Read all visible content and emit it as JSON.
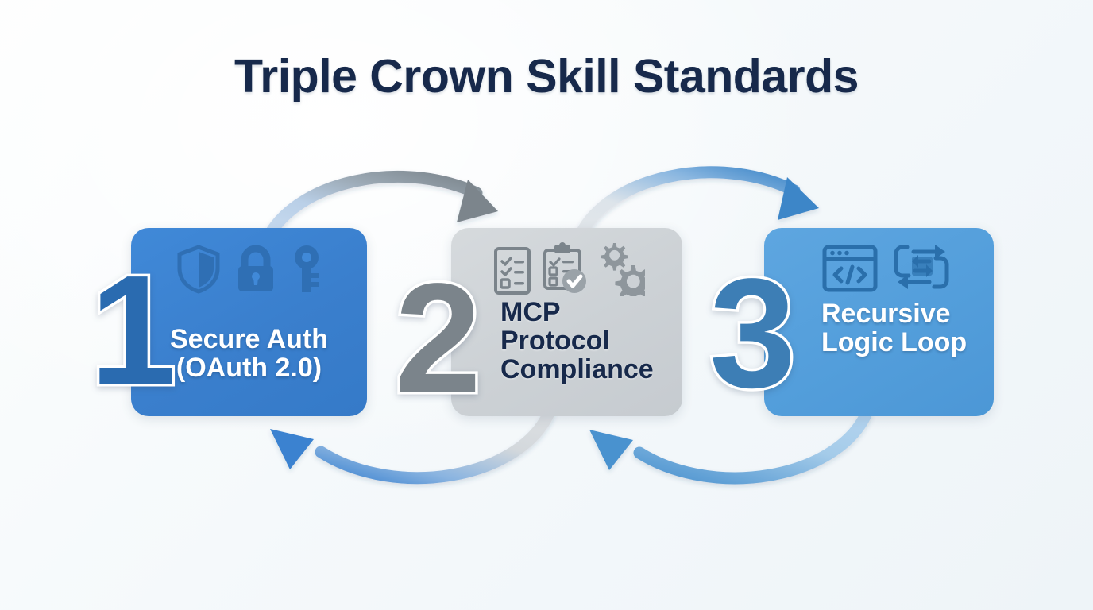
{
  "page": {
    "title": "Triple Crown Skill Standards",
    "background_color": "#f5f9fb",
    "title_color": "#17294b"
  },
  "chart_data": {
    "type": "diagram",
    "subtype": "three-step-cycle-infographic",
    "title": "Triple Crown Skill Standards",
    "layout": "three horizontal cards connected by curved arcs above and below",
    "steps": [
      {
        "number": "1",
        "label": "Secure Auth\n(OAuth 2.0)",
        "label_line_1": "Secure Auth",
        "label_line_2": "(OAuth 2.0)",
        "card_color": "#3a7fcd",
        "text_color": "#ffffff",
        "numeral_color": "#2a6bb0",
        "icons": [
          "shield-icon",
          "padlock-icon",
          "key-icon"
        ]
      },
      {
        "number": "2",
        "label": "MCP\nProtocol\nCompliance",
        "label_line_1": "MCP",
        "label_line_2": "Protocol",
        "label_line_3": "Compliance",
        "card_color": "#ccd1d5",
        "text_color": "#17294b",
        "numeral_color": "#7b848b",
        "icons": [
          "checklist-document-icon",
          "clipboard-check-icon",
          "gears-icon"
        ]
      },
      {
        "number": "3",
        "label": "Recursive\nLogic Loop",
        "label_line_1": "Recursive",
        "label_line_2": "Logic Loop",
        "card_color": "#539edb",
        "text_color": "#ffffff",
        "numeral_color": "#3d7eb5",
        "icons": [
          "code-window-icon",
          "recursive-loop-icon"
        ]
      }
    ],
    "connectors": [
      {
        "name": "arrow-1-to-2-top",
        "from": "1",
        "to": "2",
        "direction": "right",
        "position": "top",
        "start_color": "#bcd5ee",
        "end_color": "#7b858c"
      },
      {
        "name": "arrow-2-to-3-top",
        "from": "2",
        "to": "3",
        "direction": "right",
        "position": "top",
        "start_color": "#dfe3e6",
        "end_color": "#3d86c8"
      },
      {
        "name": "arrow-2-to-1-bottom",
        "from": "2",
        "to": "1",
        "direction": "left",
        "position": "bottom",
        "start_color": "#d9dde0",
        "end_color": "#3a82d0"
      },
      {
        "name": "arrow-3-to-2-bottom",
        "from": "3",
        "to": "2",
        "direction": "left",
        "position": "bottom",
        "start_color": "#a7cdea",
        "end_color": "#4a92cf"
      }
    ]
  }
}
